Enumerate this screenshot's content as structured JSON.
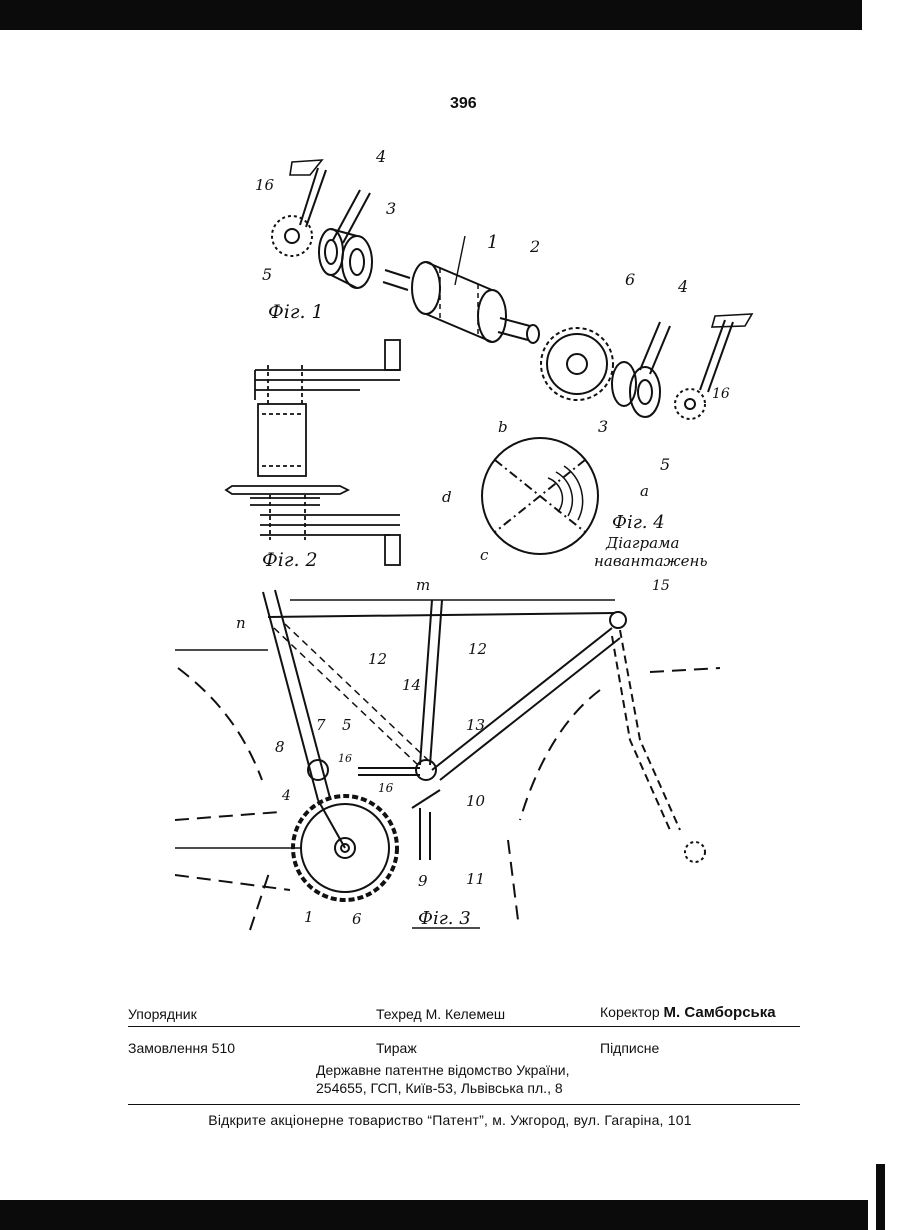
{
  "page_number": "396",
  "figures": {
    "fig1": {
      "caption": "Фіг. 1",
      "labels": [
        "16",
        "4",
        "3",
        "5",
        "1",
        "2",
        "6",
        "4",
        "16",
        "3"
      ]
    },
    "fig2": {
      "caption": "Фіг. 2"
    },
    "fig4": {
      "caption": "Фіг. 4",
      "subtitle_line1": "Діаграма",
      "subtitle_line2": "навантажень",
      "labels": [
        "b",
        "d",
        "c",
        "a",
        "5"
      ]
    },
    "fig3": {
      "caption": "Фіг. 3",
      "labels": [
        "m",
        "15",
        "n",
        "12",
        "12",
        "14",
        "13",
        "7",
        "5",
        "8",
        "4",
        "16",
        "16",
        "10",
        "11",
        "9",
        "1",
        "6"
      ]
    }
  },
  "imprint": {
    "compiler_label": "Упорядник",
    "tech_editor": "Техред М. Келемеш",
    "corrector_label": "Коректор",
    "corrector_name": "М. Самборська",
    "order": "Замовлення 510",
    "circulation": "Тираж",
    "subscription": "Підписне",
    "agency_line1": "Державне патентне відомство України,",
    "agency_line2": "254655, ГСП, Київ-53, Львівська пл., 8"
  },
  "footer": "Відкрите акціонерне товариство “Патент”, м. Ужгород, вул. Гагаріна, 101"
}
